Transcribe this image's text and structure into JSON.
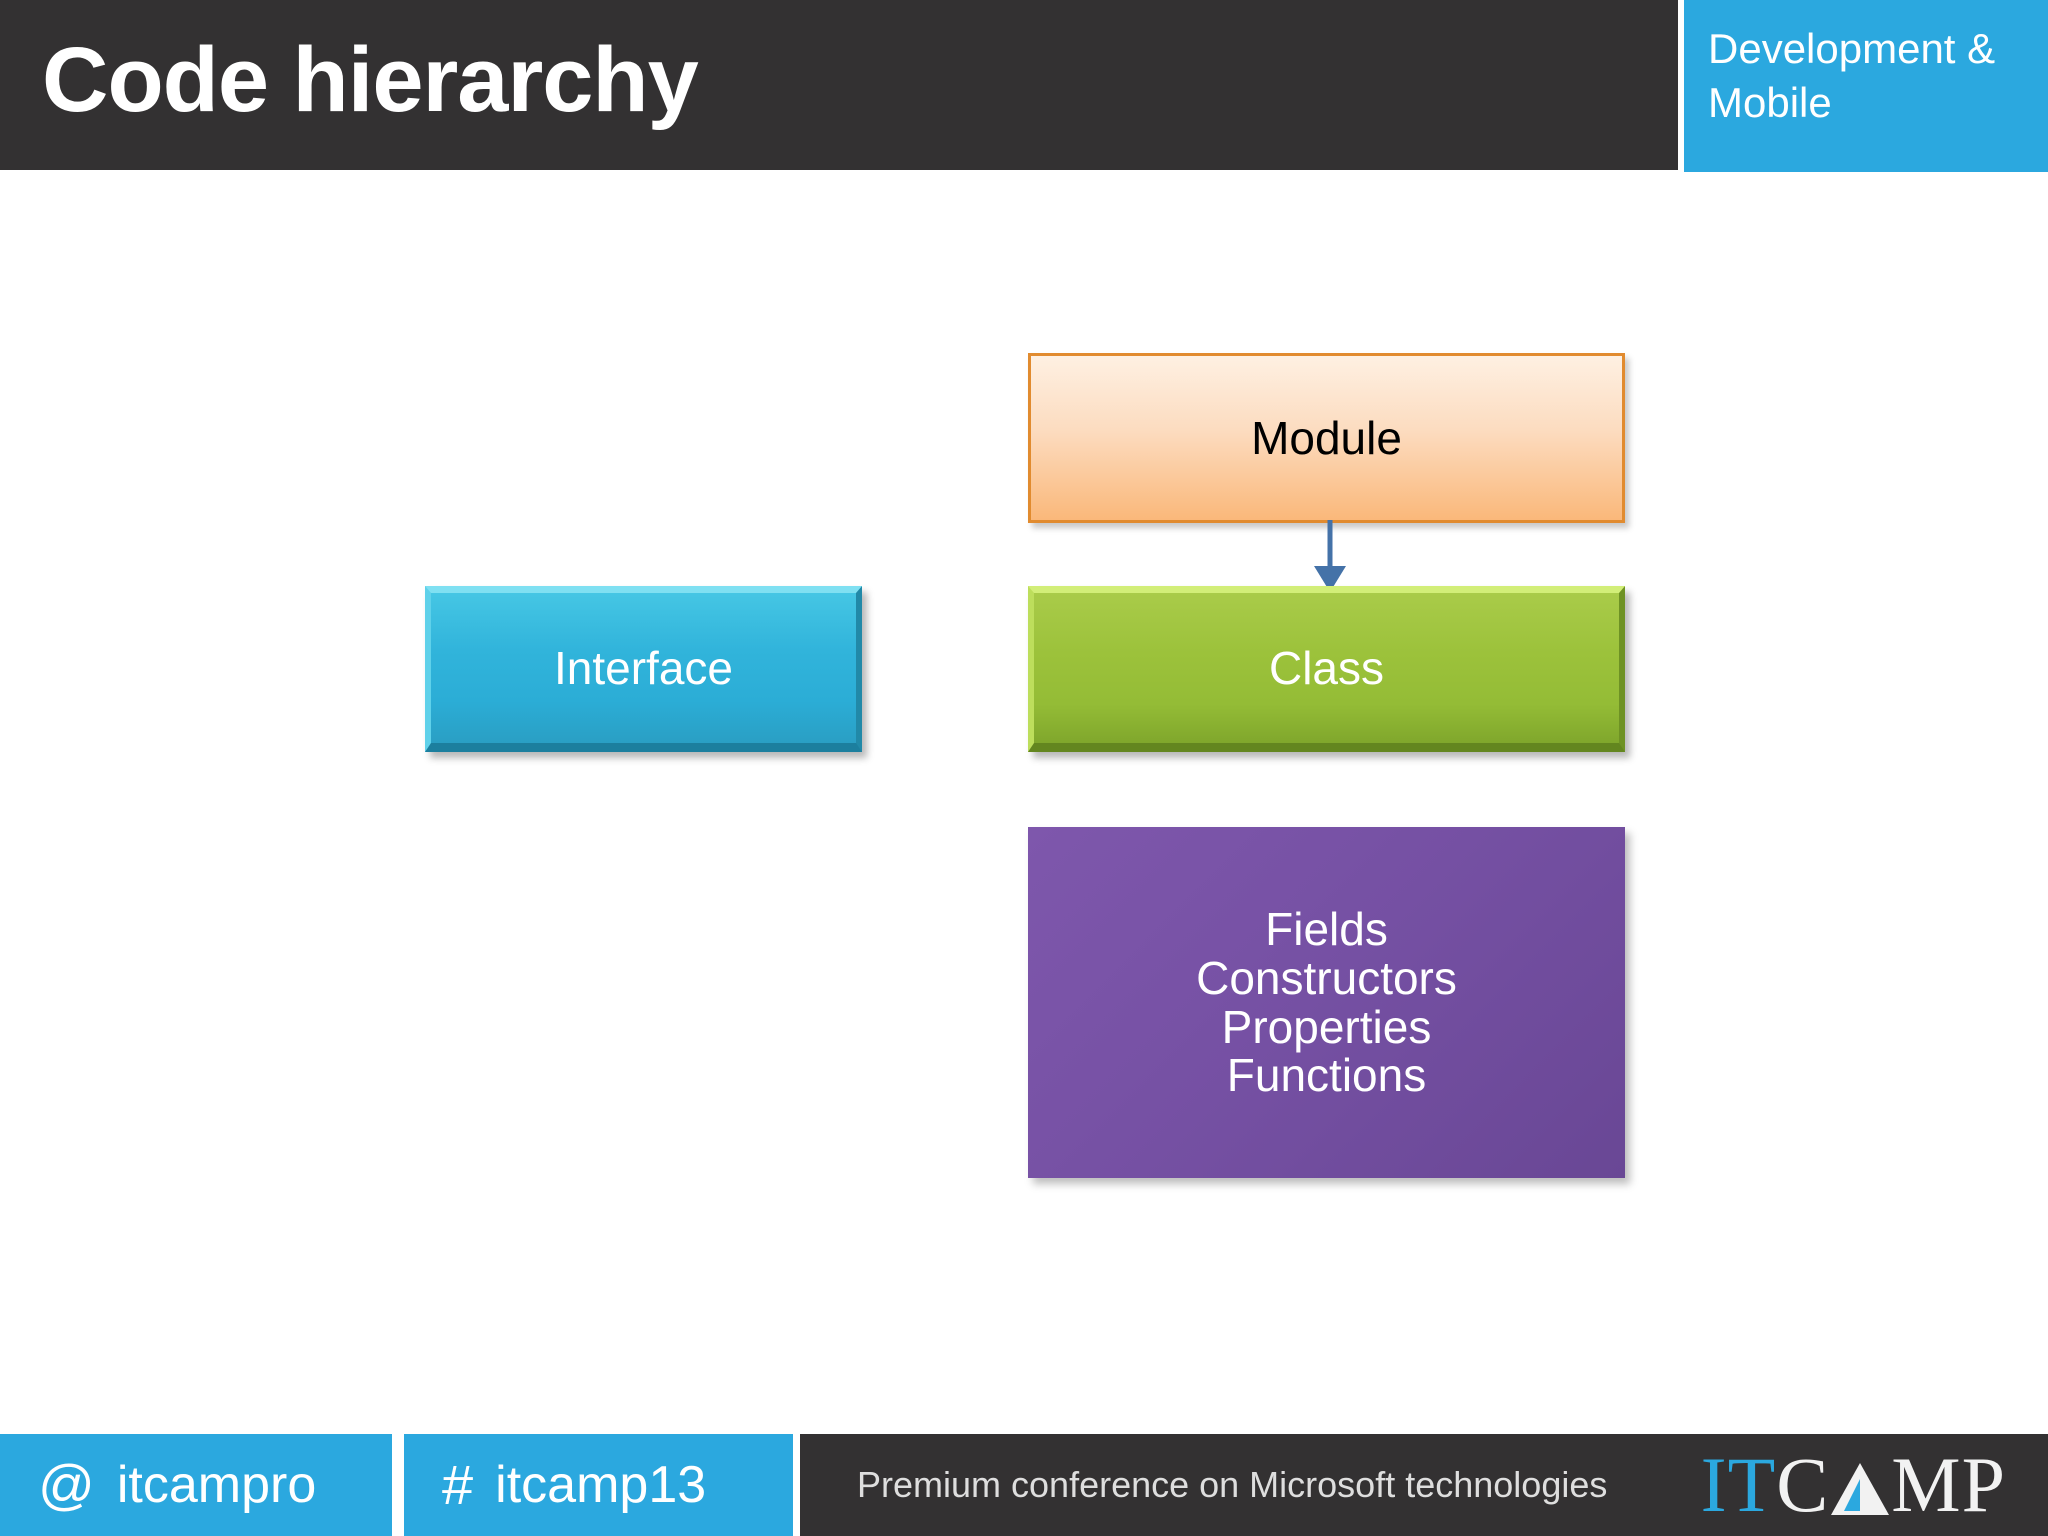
{
  "header": {
    "title": "Code hierarchy",
    "badge": "Development & Mobile",
    "badge_color": "#2BA8DF",
    "bar_color": "#333132"
  },
  "diagram": {
    "type": "hierarchy",
    "nodes": [
      {
        "id": "module",
        "label": "Module",
        "style": "outlined-gradient",
        "fill_top": "#FEF0E2",
        "fill_bottom": "#FAB87A",
        "border_color": "#E18B2F",
        "text_color": "#000000"
      },
      {
        "id": "interface",
        "label": "Interface",
        "style": "bevel-3d",
        "fill": "#31B4DB",
        "bevel_light": "#7FE0F2",
        "bevel_dark": "#1C7F9E",
        "text_color": "#FFFFFF"
      },
      {
        "id": "class",
        "label": "Class",
        "style": "bevel-3d",
        "fill": "#9CC23B",
        "bevel_light": "#D2EE78",
        "bevel_dark": "#63861F",
        "text_color": "#FFFFFF"
      },
      {
        "id": "members",
        "style": "flat-gradient",
        "fill": "#7550A3",
        "text_color": "#FFFFFF",
        "lines": [
          "Fields",
          "Constructors",
          "Properties",
          "Functions"
        ]
      }
    ],
    "connectors": [
      {
        "from": "module",
        "to": "class",
        "direction": "down",
        "color": "#4472A8",
        "arrowhead": "filled-triangle"
      }
    ]
  },
  "footer": {
    "twitter_symbol": "@",
    "twitter_handle": "itcampro",
    "hash_symbol": "#",
    "hash_tag": "itcamp13",
    "tagline": "Premium conference on Microsoft technologies",
    "logo": {
      "part_it": "IT",
      "part_c": "C",
      "part_a": "A",
      "part_mp": "MP"
    },
    "chip_color": "#2BA8DF",
    "bar_color": "#333132"
  }
}
